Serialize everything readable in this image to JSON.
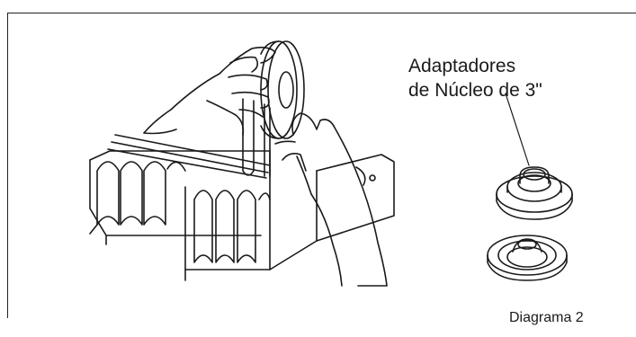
{
  "figure": {
    "label_line1": "Adaptadores",
    "label_line2": "de Núcleo de 3\"",
    "caption": "Diagrama 2"
  },
  "icons": [
    "hands-loading-roll-illustration",
    "core-adapter-icon"
  ]
}
